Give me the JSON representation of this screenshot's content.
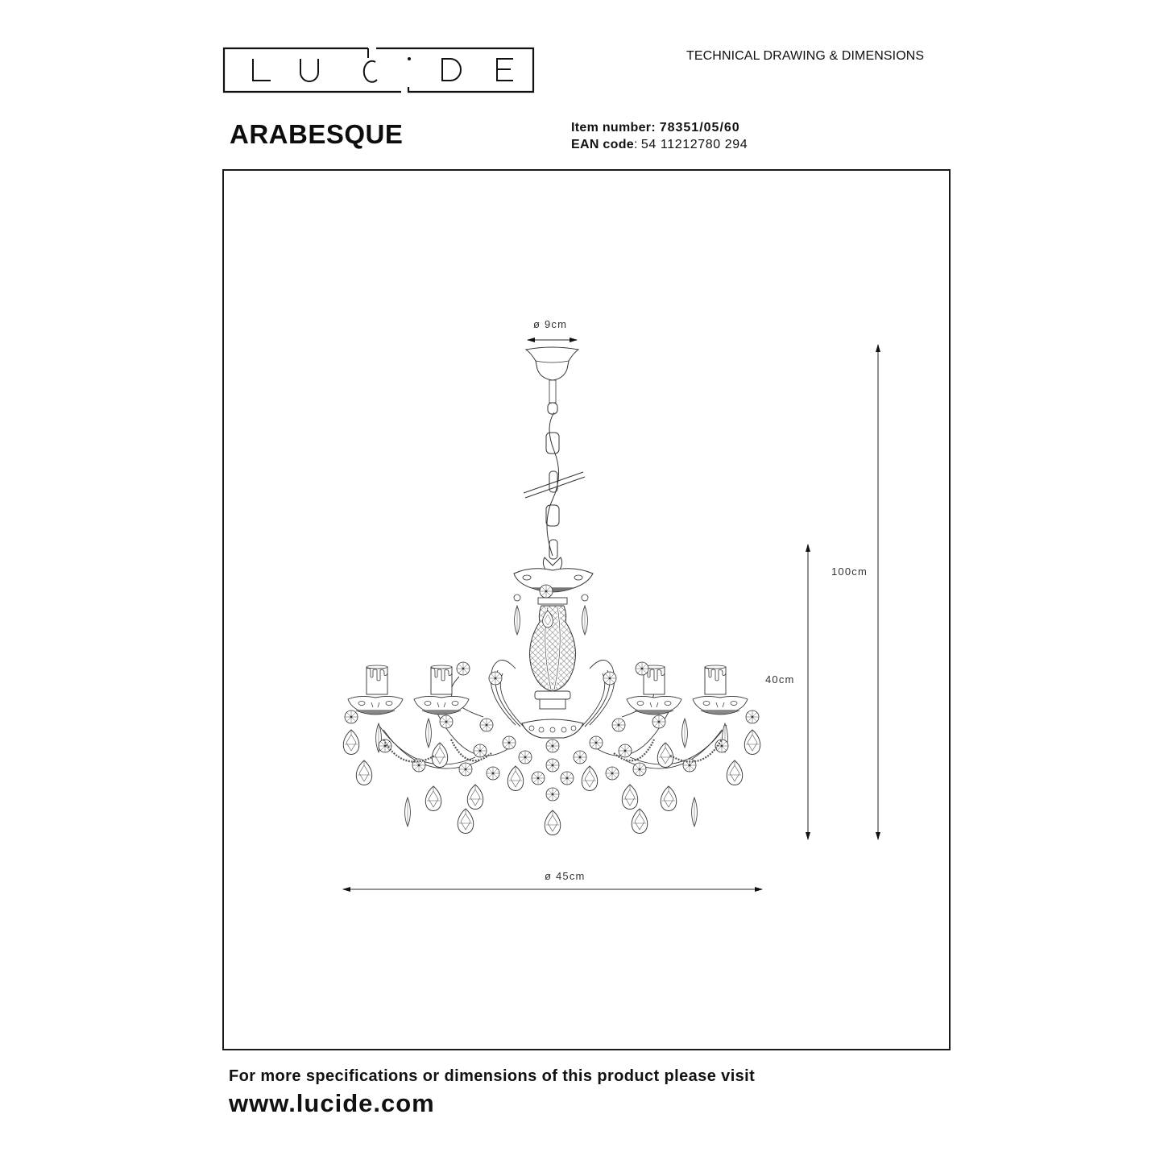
{
  "header": {
    "brand": "LUCIDE",
    "brand_letters": [
      "L",
      "U",
      "C",
      "i",
      "D",
      "E"
    ],
    "document_type": "TECHNICAL DRAWING & DIMENSIONS"
  },
  "product": {
    "name": "ARABESQUE",
    "item_number_label": "Item number",
    "item_number": "78351/05/60",
    "ean_label": "EAN code",
    "ean_code": "54 11212780 294"
  },
  "drawing": {
    "subject": "chandelier-5-arm-crystal",
    "dimensions": {
      "canopy_diameter": "ø 9cm",
      "total_height": "100cm",
      "body_height": "40cm",
      "body_diameter": "ø 45cm"
    },
    "line_color": "#333333"
  },
  "footer": {
    "info_text": "For more specifications or dimensions of this product please visit",
    "website": "www.lucide.com"
  }
}
